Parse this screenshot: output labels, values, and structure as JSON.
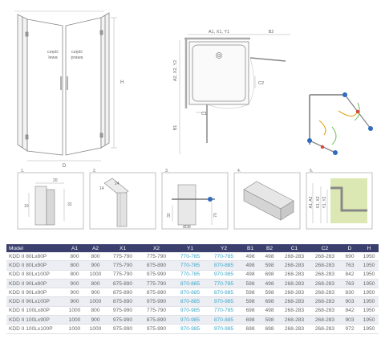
{
  "front_view": {
    "left_label": [
      "część",
      "lewa"
    ],
    "right_label": [
      "część",
      "prawa"
    ],
    "dim_h": "H",
    "dim_d": "D"
  },
  "plan_view": {
    "top_dim": "A1, X1, Y1",
    "right_dim": "B2",
    "left_dim": "A2, X2, Y2",
    "left_dim2": "B1",
    "c1": "C1",
    "c2": "C2"
  },
  "details": [
    {
      "num": "1.",
      "labels": [
        "20",
        "32",
        "10"
      ]
    },
    {
      "num": "2.",
      "labels": [
        "24",
        "14"
      ]
    },
    {
      "num": "3.",
      "labels": [
        "32",
        "70",
        "Ø38"
      ]
    },
    {
      "num": "4.",
      "labels": []
    },
    {
      "num": "5.",
      "labels": [
        "A1, A2",
        "X1, X2",
        "Y1, Y2"
      ]
    }
  ],
  "table": {
    "columns": [
      "Model",
      "A1",
      "A2",
      "X1",
      "X2",
      "Y1",
      "Y2",
      "B1",
      "B2",
      "C1",
      "C2",
      "D",
      "H"
    ],
    "highlight_columns": [
      5,
      6
    ],
    "rows": [
      [
        "KDD II 80Lx80P",
        "800",
        "800",
        "775-790",
        "775-790",
        "770-785",
        "770-785",
        "498",
        "498",
        "268-283",
        "268-283",
        "690",
        "1950"
      ],
      [
        "KDD II 80Lx90P",
        "800",
        "900",
        "775-790",
        "875-890",
        "770-785",
        "870-885",
        "498",
        "598",
        "268-283",
        "268-283",
        "763",
        "1950"
      ],
      [
        "KDD II 80Lx100P",
        "800",
        "1000",
        "775-790",
        "975-990",
        "770-785",
        "970-985",
        "498",
        "698",
        "268-283",
        "268-283",
        "842",
        "1950"
      ],
      [
        "KDD II 90Lx80P",
        "900",
        "800",
        "875-890",
        "775-790",
        "870-885",
        "770-785",
        "598",
        "498",
        "268-283",
        "268-283",
        "763",
        "1950"
      ],
      [
        "KDD II 90Lx90P",
        "900",
        "900",
        "875-890",
        "875-890",
        "870-885",
        "870-885",
        "598",
        "598",
        "268-283",
        "268-283",
        "830",
        "1950"
      ],
      [
        "KDD II 90Lx100P",
        "900",
        "1000",
        "875-890",
        "975-990",
        "870-885",
        "970-985",
        "598",
        "698",
        "268-283",
        "268-283",
        "903",
        "1950"
      ],
      [
        "KDD II 100Lx80P",
        "1000",
        "800",
        "975-990",
        "775-790",
        "970-985",
        "770-785",
        "698",
        "498",
        "268-283",
        "268-283",
        "842",
        "1950"
      ],
      [
        "KDD II 100Lx90P",
        "1000",
        "900",
        "975-990",
        "875-890",
        "970-985",
        "870-885",
        "698",
        "598",
        "268-283",
        "268-283",
        "903",
        "1950"
      ],
      [
        "KDD II 100Lx100P",
        "1000",
        "1000",
        "975-990",
        "975-990",
        "970-985",
        "970-985",
        "698",
        "698",
        "268-283",
        "268-283",
        "972",
        "1950"
      ]
    ]
  }
}
